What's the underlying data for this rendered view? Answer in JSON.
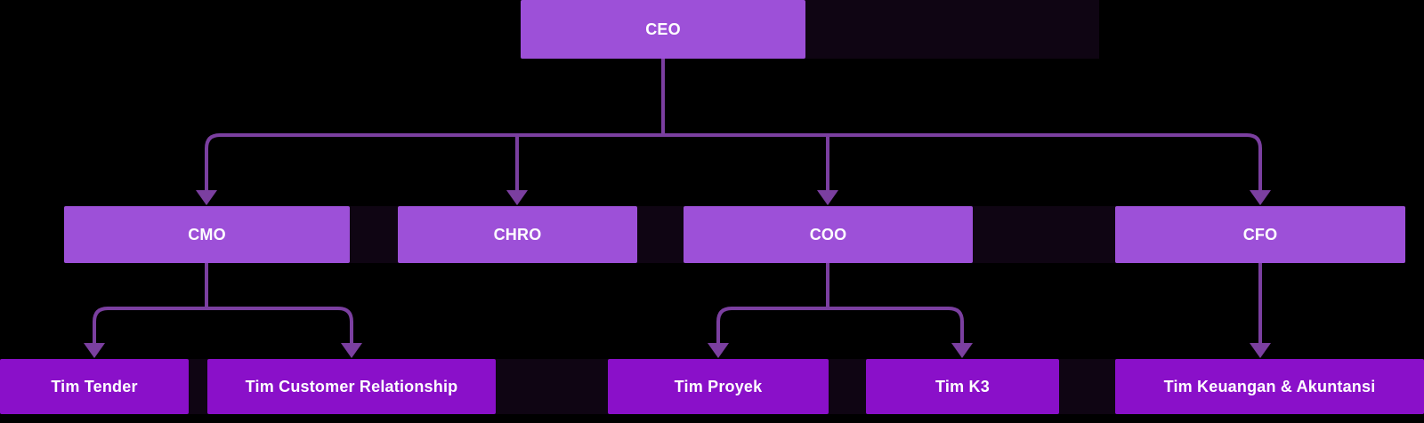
{
  "diagram": {
    "type": "org-chart",
    "root": {
      "id": "ceo",
      "label": "CEO"
    },
    "level2": [
      {
        "id": "cmo",
        "label": "CMO",
        "parent": "ceo"
      },
      {
        "id": "chro",
        "label": "CHRO",
        "parent": "ceo"
      },
      {
        "id": "coo",
        "label": "COO",
        "parent": "ceo"
      },
      {
        "id": "cfo",
        "label": "CFO",
        "parent": "ceo"
      }
    ],
    "level3": [
      {
        "id": "tim-tender",
        "label": "Tim Tender",
        "parent": "cmo"
      },
      {
        "id": "tim-customer",
        "label": "Tim Customer Relationship",
        "parent": "cmo"
      },
      {
        "id": "tim-proyek",
        "label": "Tim Proyek",
        "parent": "coo"
      },
      {
        "id": "tim-k3",
        "label": "Tim K3",
        "parent": "coo"
      },
      {
        "id": "tim-keuangan",
        "label": "Tim Keuangan & Akuntansi",
        "parent": "cfo"
      }
    ],
    "edges": [
      {
        "from": "CEO",
        "to": "CMO"
      },
      {
        "from": "CEO",
        "to": "CHRO"
      },
      {
        "from": "CEO",
        "to": "COO"
      },
      {
        "from": "CEO",
        "to": "CFO"
      },
      {
        "from": "CMO",
        "to": "Tim Tender"
      },
      {
        "from": "CMO",
        "to": "Tim Customer Relationship"
      },
      {
        "from": "COO",
        "to": "Tim Proyek"
      },
      {
        "from": "COO",
        "to": "Tim K3"
      },
      {
        "from": "CFO",
        "to": "Tim Keuangan & Akuntansi"
      }
    ],
    "colors": {
      "background": "#000000",
      "box_upper": "#9d50d8",
      "box_lower": "#8a10c9",
      "connector": "#7b3fa0",
      "text": "#ffffff"
    }
  }
}
